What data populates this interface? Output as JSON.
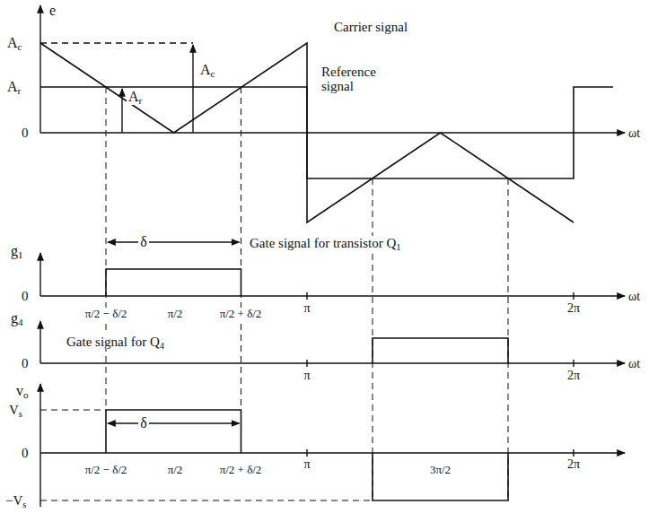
{
  "diagram": {
    "labels": [
      "e",
      "Ac",
      "Carrier signal",
      "Ac",
      "Reference signal",
      "Ar",
      "Ar",
      "0",
      "ωt",
      "g1",
      "δ",
      "Gate signal for transistor Q1",
      "0",
      "π/2 − δ/2",
      "π/2",
      "π/2 + δ/2",
      "π",
      "2π",
      "ωt",
      "g4",
      "Gate signal for Q4",
      "0",
      "π",
      "2π",
      "ωt",
      "vo",
      "Vs",
      "δ",
      "0",
      "π/2 − δ/2",
      "π/2",
      "π/2 + δ/2",
      "π",
      "3π/2",
      "2π",
      "−Vs"
    ]
  }
}
